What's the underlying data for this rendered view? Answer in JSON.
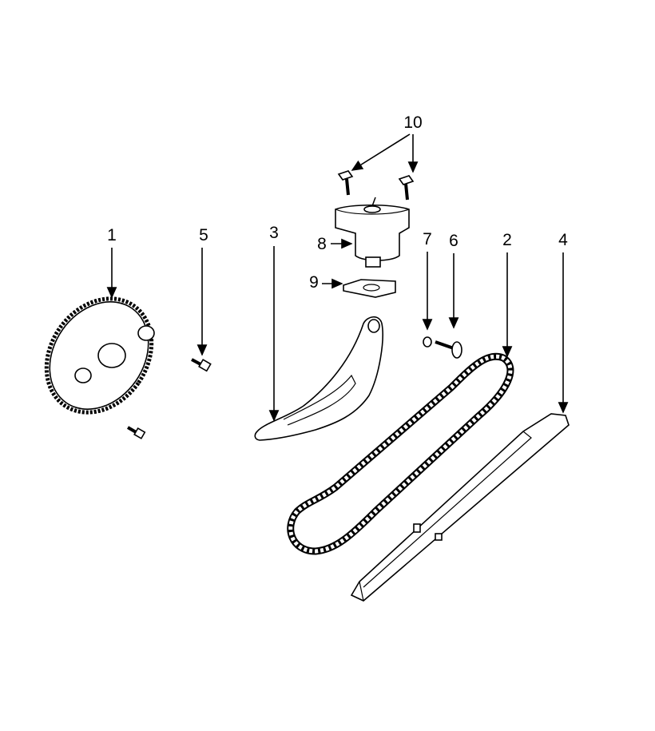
{
  "diagram": {
    "type": "exploded parts diagram",
    "callouts": [
      {
        "number": "1",
        "part": "sprocket"
      },
      {
        "number": "2",
        "part": "chain"
      },
      {
        "number": "3",
        "part": "tensioner-arm"
      },
      {
        "number": "4",
        "part": "chain-guide"
      },
      {
        "number": "5",
        "part": "bolt"
      },
      {
        "number": "6",
        "part": "pivot-bolt"
      },
      {
        "number": "7",
        "part": "washer"
      },
      {
        "number": "8",
        "part": "tensioner"
      },
      {
        "number": "9",
        "part": "gasket"
      },
      {
        "number": "10",
        "part": "tensioner-bolts"
      }
    ],
    "colors": {
      "ink": "#000000",
      "paper": "#ffffff"
    }
  }
}
